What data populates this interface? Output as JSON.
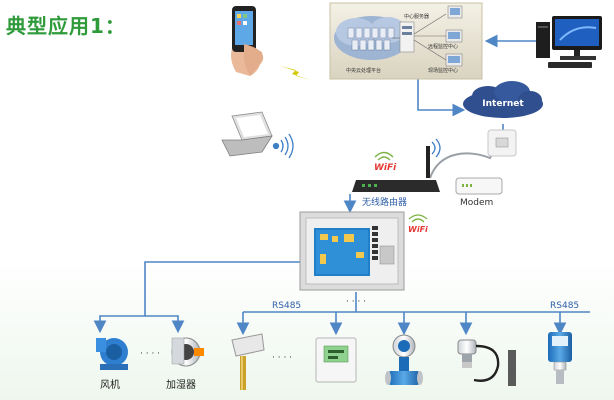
{
  "title": "典型应用1：",
  "labels": {
    "internet": "Internet",
    "wifi": "WiFi",
    "modem": "Modem",
    "router": "无线路由器",
    "bus_left": "RS485",
    "bus_right": "RS485",
    "fan": "风机",
    "humidifier": "加湿器",
    "dots": "· · · ·"
  },
  "platform": {
    "center_server": "中心服务器",
    "remote_monitor": "远程监控中心",
    "site_monitor": "现场监控中心",
    "cloud_platform": "中央云处理平台"
  },
  "colors": {
    "title": "#2e9a3a",
    "line": "#4f86c6",
    "internet_cloud": "#2f4f8f",
    "wifi_red": "#e53935",
    "wifi_green": "#7cb342"
  }
}
